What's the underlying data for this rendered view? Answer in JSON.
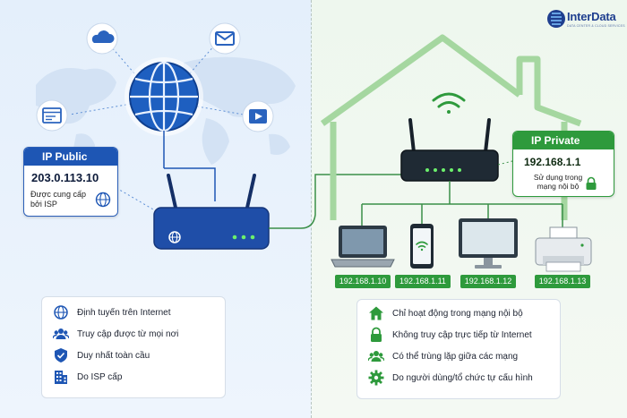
{
  "brand": {
    "name": "InterData",
    "tagline": "DATA CENTER & CLOUD SERVICES"
  },
  "public_ip": {
    "title": "IP Public",
    "address": "203.0.113.10",
    "note": "Được cung cấp bởi ISP"
  },
  "private_ip": {
    "title": "IP Private",
    "address": "192.168.1.1",
    "note": "Sử dụng trong mạng nội bộ"
  },
  "devices": [
    {
      "icon": "laptop-icon",
      "ip": "192.168.1.10"
    },
    {
      "icon": "smartphone-icon",
      "ip": "192.168.1.11"
    },
    {
      "icon": "desktop-monitor-icon",
      "ip": "192.168.1.12"
    },
    {
      "icon": "printer-icon",
      "ip": "192.168.1.13"
    }
  ],
  "public_features": [
    {
      "icon": "globe-icon",
      "text": "Định tuyến trên Internet"
    },
    {
      "icon": "users-icon",
      "text": "Truy cập được từ mọi nơi"
    },
    {
      "icon": "shield-check-icon",
      "text": "Duy nhất toàn cầu"
    },
    {
      "icon": "building-icon",
      "text": "Do ISP cấp"
    }
  ],
  "private_features": [
    {
      "icon": "home-icon",
      "text": "Chỉ hoạt động trong mạng nội bộ"
    },
    {
      "icon": "lock-icon",
      "text": "Không truy cập trực tiếp từ Internet"
    },
    {
      "icon": "users-icon",
      "text": "Có thể trùng lặp giữa các mạng"
    },
    {
      "icon": "gear-icon",
      "text": "Do người dùng/tổ chức tự cấu hình"
    }
  ],
  "colors": {
    "public_accent": "#1e56b4",
    "private_accent": "#2e9a3c",
    "link_line": "#3a8f48"
  }
}
